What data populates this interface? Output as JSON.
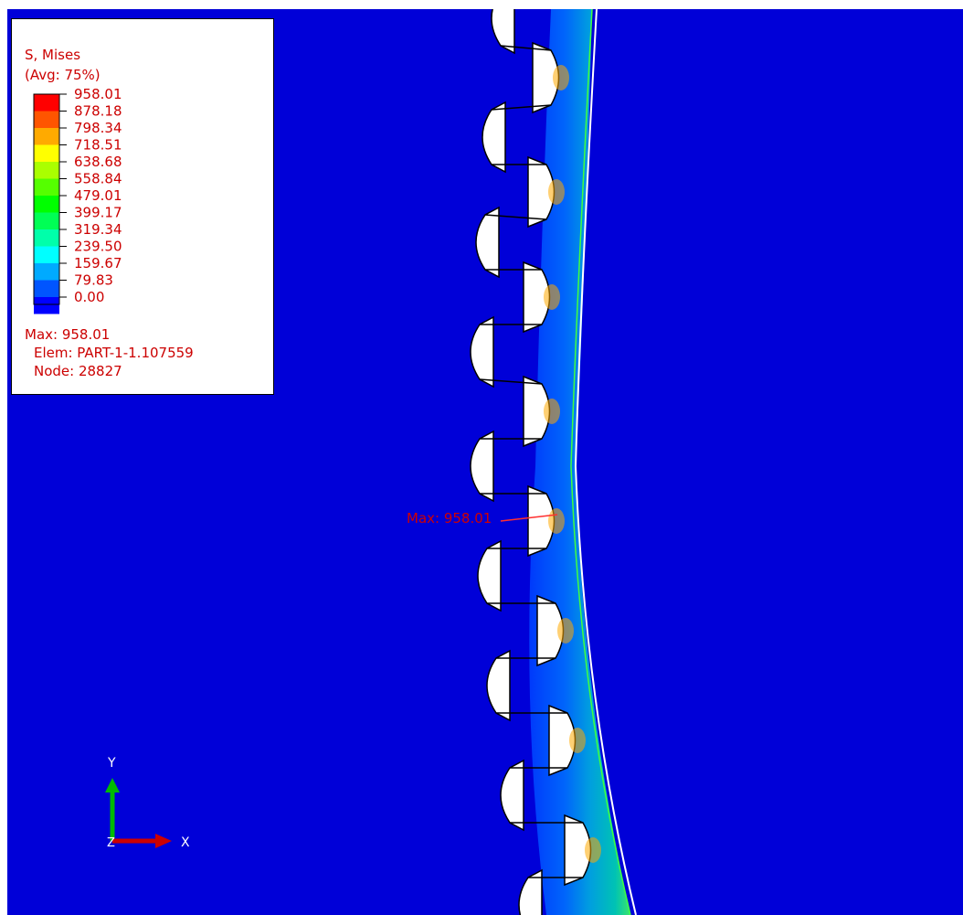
{
  "legend": {
    "title_line1": "S, Mises",
    "title_line2": "(Avg: 75%)",
    "levels": [
      "958.01",
      "878.18",
      "798.34",
      "718.51",
      "638.68",
      "558.84",
      "479.01",
      "399.17",
      "319.34",
      "239.50",
      "159.67",
      "79.83",
      "0.00"
    ],
    "colors": [
      "#ff0000",
      "#ff5500",
      "#ffaa00",
      "#ffff00",
      "#aaff00",
      "#55ff00",
      "#00ff00",
      "#00ff55",
      "#00ffaa",
      "#00ffff",
      "#00aaff",
      "#0055ff",
      "#0000ff"
    ],
    "max_text": "Max: 958.01",
    "elem_text": "Elem: PART-1-1.107559",
    "node_text": "Node: 28827"
  },
  "viewport": {
    "background": "#0000d8",
    "max_marker_text": "Max: 958.01"
  },
  "triad": {
    "x_label": "X",
    "y_label": "Y",
    "z_label": "Z",
    "x_color": "#cc0000",
    "y_color": "#00bb00"
  }
}
